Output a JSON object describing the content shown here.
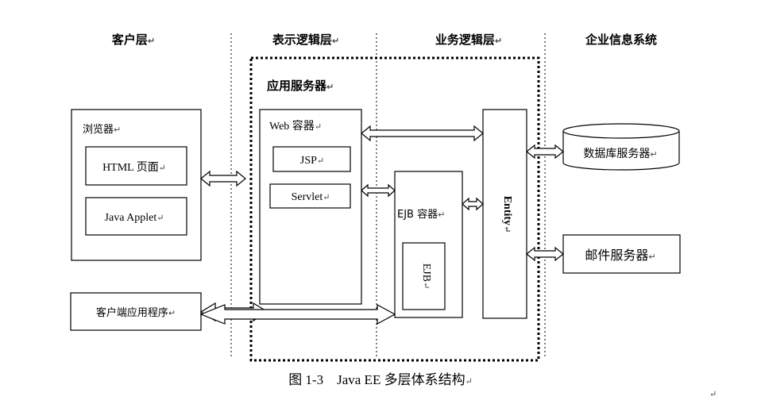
{
  "layers": {
    "client": "客户层",
    "presentation": "表示逻辑层",
    "business": "业务逻辑层",
    "enterprise": "企业信息系统"
  },
  "app_server": {
    "label": "应用服务器"
  },
  "client": {
    "browser": {
      "label": "浏览器"
    },
    "html_page": "HTML 页面",
    "java_applet": "Java Applet",
    "client_app": "客户端应用程序"
  },
  "web_container": {
    "label": "Web 容器",
    "jsp": "JSP",
    "servlet": "Servlet"
  },
  "ejb_container": {
    "label": "EJB 容器",
    "ejb": "EJB"
  },
  "entity": {
    "label": "Entity"
  },
  "eis": {
    "database_server": "数据库服务器",
    "mail_server": "邮件服务器"
  },
  "caption": "图 1-3　Java EE 多层体系结构",
  "paragraph_mark": "↵",
  "colors": {
    "line": "#000000",
    "background": "#ffffff"
  }
}
